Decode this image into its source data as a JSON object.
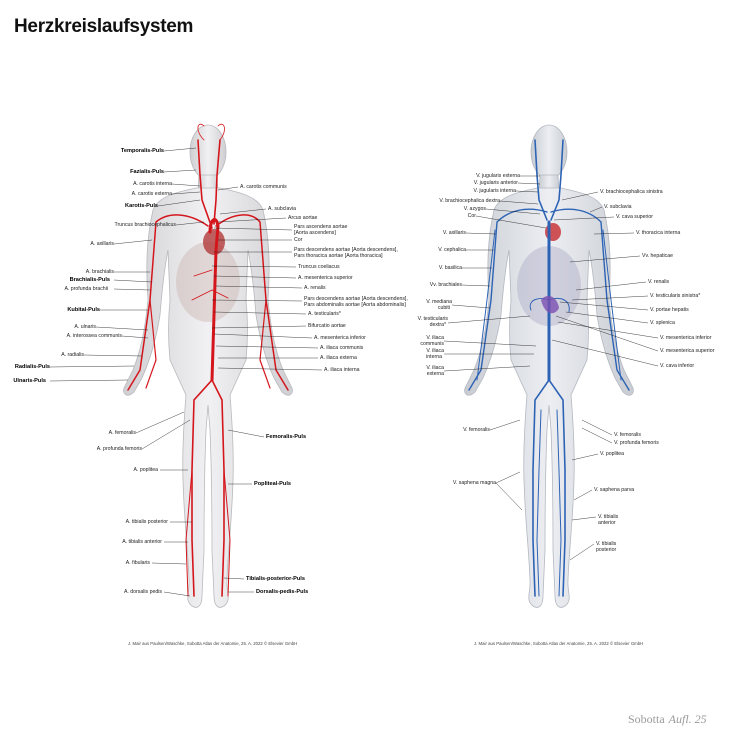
{
  "title": "Herzkreislaufsystem",
  "arteries": {
    "left_labels": [
      {
        "key": "temporalis",
        "text": "Temporalis-Puls",
        "bold": true
      },
      {
        "key": "fazialis",
        "text": "Fazialis-Puls",
        "bold": true
      },
      {
        "key": "carotis_interna",
        "text": "A. carotis interna",
        "bold": false
      },
      {
        "key": "carotis_externa",
        "text": "A. carotis externa",
        "bold": false
      },
      {
        "key": "karotis",
        "text": "Karotis-Puls",
        "bold": true
      },
      {
        "key": "truncus_brachio",
        "text": "Truncus brachiocephalicus",
        "bold": false
      },
      {
        "key": "axillaris",
        "text": "A. axillaris",
        "bold": false
      },
      {
        "key": "brachialis",
        "text": "A. brachialis",
        "bold": false
      },
      {
        "key": "brachialis_puls",
        "text": "Brachialis-Puls",
        "bold": true
      },
      {
        "key": "profunda_brachii",
        "text": "A. profunda brachii",
        "bold": false
      },
      {
        "key": "kubital",
        "text": "Kubital-Puls",
        "bold": true
      },
      {
        "key": "ulnaris",
        "text": "A. ulnaris",
        "bold": false
      },
      {
        "key": "interossea",
        "text": "A. interossea communis",
        "bold": false
      },
      {
        "key": "radialis",
        "text": "A. radialis",
        "bold": false
      },
      {
        "key": "radialis_puls",
        "text": "Radialis-Puls",
        "bold": true
      },
      {
        "key": "ulnaris_puls",
        "text": "Ulnaris-Puls",
        "bold": true
      },
      {
        "key": "femoralis",
        "text": "A. femoralis",
        "bold": false
      },
      {
        "key": "profunda_femoris",
        "text": "A. profunda femoris",
        "bold": false
      },
      {
        "key": "poplitea",
        "text": "A. poplitea",
        "bold": false
      },
      {
        "key": "tib_post",
        "text": "A. tibialis posterior",
        "bold": false
      },
      {
        "key": "tib_ant",
        "text": "A. tibialis anterior",
        "bold": false
      },
      {
        "key": "fibularis",
        "text": "A. fibularis",
        "bold": false
      },
      {
        "key": "dorsalis_pedis",
        "text": "A. dorsalis pedis",
        "bold": false
      }
    ],
    "right_labels": [
      {
        "key": "carotis_communis",
        "text": "A. carotis communis",
        "bold": false
      },
      {
        "key": "subclavia",
        "text": "A. subclavia",
        "bold": false
      },
      {
        "key": "arcus",
        "text": "Arcus aortae",
        "bold": false
      },
      {
        "key": "pars_asc",
        "text": "Pars ascendens aortae",
        "bold": false
      },
      {
        "key": "pars_asc2",
        "text": "[Aorta ascendens]",
        "bold": false
      },
      {
        "key": "cor",
        "text": "Cor",
        "bold": false
      },
      {
        "key": "pars_desc",
        "text": "Pars descendens aortae [Aorta descendens],",
        "bold": false
      },
      {
        "key": "pars_desc2",
        "text": "Pars thoracica aortae [Aorta thoracica]",
        "bold": false
      },
      {
        "key": "truncus_coel",
        "text": "Truncus coeliacus",
        "bold": false
      },
      {
        "key": "mes_sup",
        "text": "A. mesenterica superior",
        "bold": false
      },
      {
        "key": "renalis",
        "text": "A. renalis",
        "bold": false
      },
      {
        "key": "pars_abd",
        "text": "Pars descendens aortae [Aorta descendens],",
        "bold": false
      },
      {
        "key": "pars_abd2",
        "text": "Pars abdominalis aortae [Aorta abdominalis]",
        "bold": false
      },
      {
        "key": "testicularis",
        "text": "A. testicularis*",
        "bold": false
      },
      {
        "key": "bifurcatio",
        "text": "Bifurcatio aortae",
        "bold": false
      },
      {
        "key": "mes_inf",
        "text": "A. mesenterica inferior",
        "bold": false
      },
      {
        "key": "iliaca_comm",
        "text": "A. iliaca communis",
        "bold": false
      },
      {
        "key": "iliaca_ext",
        "text": "A. iliaca externa",
        "bold": false
      },
      {
        "key": "iliaca_int",
        "text": "A. iliaca interna",
        "bold": false
      },
      {
        "key": "femoralis_puls",
        "text": "Femoralis-Puls",
        "bold": true
      },
      {
        "key": "popliteal_puls",
        "text": "Popliteal-Puls",
        "bold": true
      },
      {
        "key": "tib_post_puls",
        "text": "Tibialis-posterior-Puls",
        "bold": true
      },
      {
        "key": "dorsalis_puls",
        "text": "Dorsalis-pedis-Puls",
        "bold": true
      }
    ],
    "credit": "J. Mair aus Paulsen/Waschke, Sobotta Atlas der Anatomie, 25. A. 2022 © Elsevier GmbH"
  },
  "veins": {
    "left_labels": [
      {
        "key": "jug_ext",
        "text": "V. jugularis externa"
      },
      {
        "key": "jug_ant",
        "text": "V. jugularis anterior"
      },
      {
        "key": "jug_int",
        "text": "V. jugularis interna"
      },
      {
        "key": "brachio_dex",
        "text": "V. brachiocephalica dextra"
      },
      {
        "key": "azygos",
        "text": "V. azygos"
      },
      {
        "key": "cor",
        "text": "Cor"
      },
      {
        "key": "axillaris",
        "text": "V. axillaris"
      },
      {
        "key": "cephalica",
        "text": "V. cephalica"
      },
      {
        "key": "basilica",
        "text": "V. basilica"
      },
      {
        "key": "brachiales",
        "text": "Vv. brachiales"
      },
      {
        "key": "mediana1",
        "text": "V. mediana"
      },
      {
        "key": "mediana2",
        "text": "cubiti"
      },
      {
        "key": "testic_dex1",
        "text": "V. testicularis"
      },
      {
        "key": "testic_dex2",
        "text": "dextra*"
      },
      {
        "key": "il_comm1",
        "text": "V. iliaca"
      },
      {
        "key": "il_comm2",
        "text": "communis"
      },
      {
        "key": "il_int1",
        "text": "V. iliaca"
      },
      {
        "key": "il_int2",
        "text": "interna"
      },
      {
        "key": "il_ext1",
        "text": "V. iliaca"
      },
      {
        "key": "il_ext2",
        "text": "externa"
      },
      {
        "key": "femoralis",
        "text": "V. femoralis"
      },
      {
        "key": "saphena_magna",
        "text": "V. saphena magna"
      }
    ],
    "right_labels": [
      {
        "key": "brachio_sin",
        "text": "V. brachiocephalica sinistra"
      },
      {
        "key": "subclavia",
        "text": "V. subclavia"
      },
      {
        "key": "cava_sup",
        "text": "V. cava superior"
      },
      {
        "key": "thor_int",
        "text": "V. thoracica interna"
      },
      {
        "key": "hepaticae",
        "text": "Vv. hepaticae"
      },
      {
        "key": "renalis",
        "text": "V. renalis"
      },
      {
        "key": "testic_sin",
        "text": "V. testicularis sinistra*"
      },
      {
        "key": "portae",
        "text": "V. portae hepatis"
      },
      {
        "key": "splenica",
        "text": "V. splenica"
      },
      {
        "key": "mes_inf",
        "text": "V. mesenterica inferior"
      },
      {
        "key": "mes_sup",
        "text": "V. mesenterica superior"
      },
      {
        "key": "cava_inf",
        "text": "V. cava inferior"
      },
      {
        "key": "femoralis",
        "text": "V. femoralis"
      },
      {
        "key": "prof_fem",
        "text": "V. profunda femoris"
      },
      {
        "key": "poplitea",
        "text": "V. poplitea"
      },
      {
        "key": "saphena_parva",
        "text": "V. saphena parva"
      },
      {
        "key": "tib_ant1",
        "text": "V. tibialis"
      },
      {
        "key": "tib_ant2",
        "text": "anterior"
      },
      {
        "key": "tib_post1",
        "text": "V. tibialis"
      },
      {
        "key": "tib_post2",
        "text": "posterior"
      }
    ],
    "credit": "J. Mair aus Paulsen/Waschke, Sobotta Atlas der Anatomie, 25. A. 2022 © Elsevier GmbH"
  },
  "logo": {
    "brand": "Sobotta",
    "edition": "Aufl. 25"
  },
  "colors": {
    "artery": "#d4161c",
    "vein": "#2d63b5",
    "skin": "#e7e7e9",
    "leader": "#111111"
  }
}
